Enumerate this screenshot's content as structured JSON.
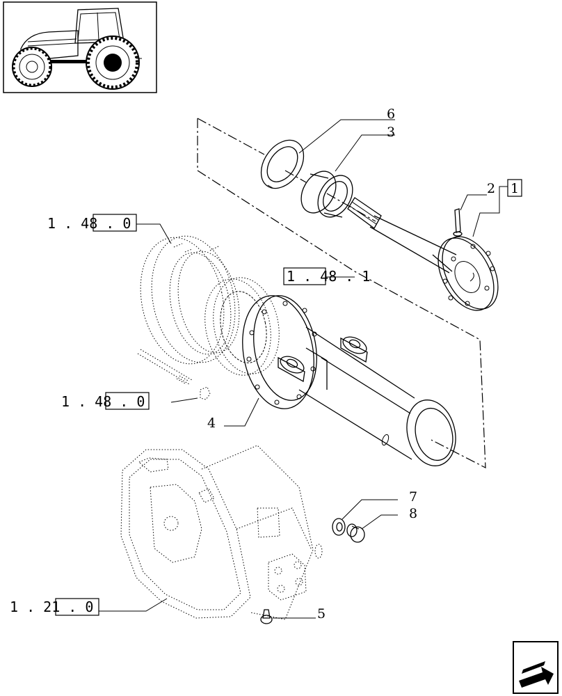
{
  "thumbnail": {
    "icon": "tractor-icon"
  },
  "references": {
    "ref_top_left": "1 . 48 . 0",
    "ref_middle": "1 . 48 . 1",
    "ref_bottom_left": "1 . 48 . 0",
    "ref_housing": "1 . 21 . 0"
  },
  "parts": {
    "p1": "1",
    "p2": "2",
    "p3": "3",
    "p4": "4",
    "p5": "5",
    "p6": "6",
    "p7": "7",
    "p8": "8"
  },
  "navigation": {
    "icon": "next-page-arrow-icon"
  }
}
